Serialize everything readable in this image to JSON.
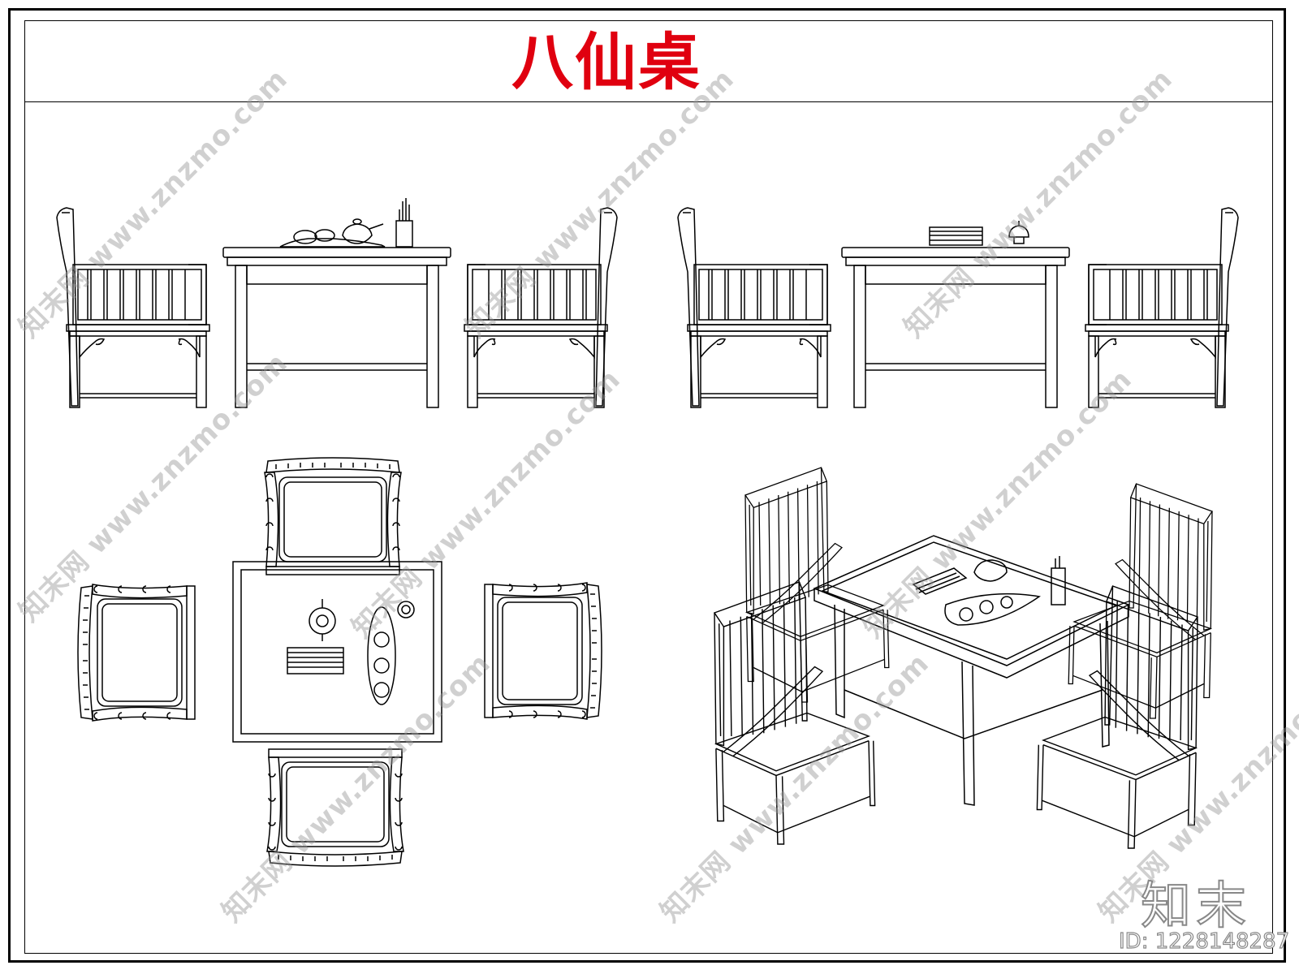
{
  "drawing": {
    "title": "八仙桌",
    "title_color": "#e0000f"
  },
  "watermark": {
    "text": "知末网 www.znzmo.com",
    "logo": "知末",
    "id": "ID: 1228148287"
  },
  "views": [
    {
      "name": "front-elevation-with-chairs"
    },
    {
      "name": "side-elevation-with-chairs"
    },
    {
      "name": "plan-view"
    },
    {
      "name": "axonometric-view"
    }
  ]
}
